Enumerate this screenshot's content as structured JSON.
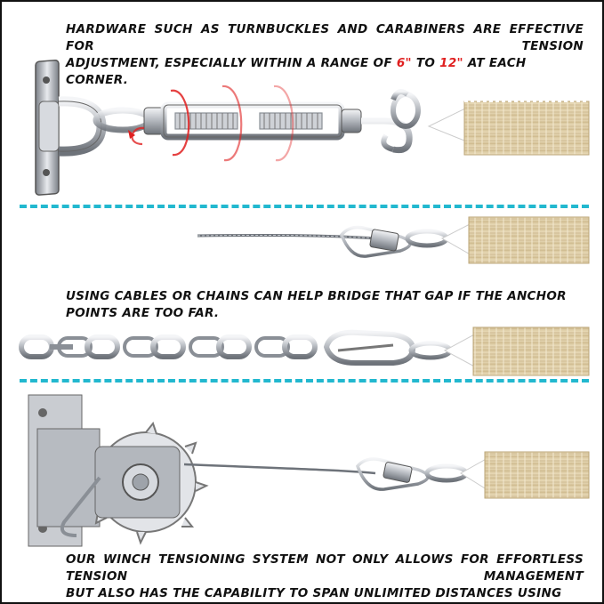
{
  "captions": {
    "turnbuckle_line1": "HARDWARE SUCH AS TURNBUCKLES AND CARABINERS ARE EFFECTIVE FOR TENSION",
    "turnbuckle_line2_prefix": "ADJUSTMENT, ESPECIALLY WITHIN A RANGE OF",
    "range_low": "6\"",
    "range_joiner": "TO",
    "range_high": "12\"",
    "turnbuckle_line2_suffix": "AT EACH CORNER.",
    "cables_chains": "USING CABLES OR CHAINS CAN HELP BRIDGE THAT GAP IF THE ANCHOR POINTS ARE TOO FAR.",
    "winch_line1": "OUR WINCH TENSIONING SYSTEM NOT ONLY ALLOWS FOR EFFORTLESS TENSION MANAGEMENT",
    "winch_line2": "BUT ALSO HAS THE CAPABILITY TO SPAN UNLIMITED DISTANCES USING CABLES"
  },
  "colors": {
    "accent_red": "#e02020",
    "divider_cyan": "#22b8cf",
    "webbing_tan": "#e8d9b0",
    "steel": "#b8bcc2"
  },
  "icons": [
    "turnbuckle-icon",
    "pad-eye-plate-icon",
    "cable-icon",
    "chain-icon",
    "carabiner-icon",
    "winch-icon",
    "shade-sail-webbing-icon",
    "rotation-arrow-icon"
  ]
}
